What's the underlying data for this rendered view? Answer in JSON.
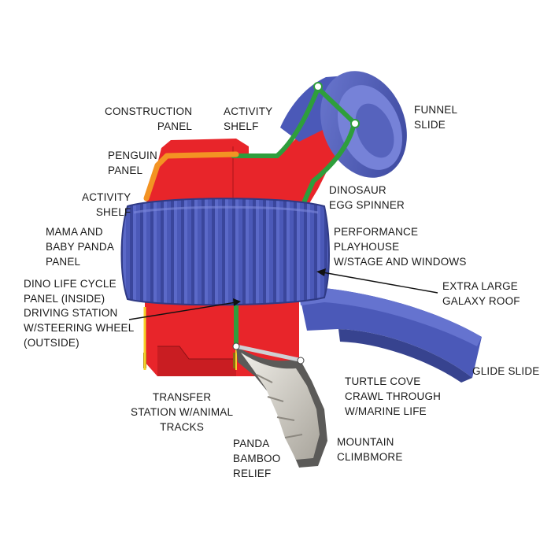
{
  "colors": {
    "red": "#e8252a",
    "blue": "#4b59b8",
    "green": "#2e9e3c",
    "orange": "#f39323",
    "yellow": "#f4d22a",
    "rock": "#d9d6cf"
  },
  "labels": {
    "construction_panel": [
      "CONSTRUCTION",
      "PANEL"
    ],
    "activity_shelf_top": [
      "ACTIVITY",
      "SHELF"
    ],
    "funnel_slide": [
      "FUNNEL",
      "SLIDE"
    ],
    "penguin_panel": [
      "PENGUIN",
      "PANEL"
    ],
    "activity_shelf_left": [
      "ACTIVITY",
      "SHELF"
    ],
    "dinosaur_egg_spinner": [
      "DINOSAUR",
      "EGG SPINNER"
    ],
    "mama_baby_panda": [
      "MAMA AND",
      "BABY PANDA",
      "PANEL"
    ],
    "performance_playhouse": [
      "PERFORMANCE",
      "PLAYHOUSE",
      "W/STAGE AND WINDOWS"
    ],
    "dino_life_cycle": [
      "DINO LIFE CYCLE",
      "PANEL (INSIDE)"
    ],
    "extra_large_galaxy_roof": [
      "EXTRA LARGE",
      "GALAXY ROOF"
    ],
    "driving_station": [
      "DRIVING STATION",
      "W/STEERING WHEEL",
      "(OUTSIDE)"
    ],
    "glide_slide": [
      "GLIDE SLIDE"
    ],
    "transfer_station": [
      "TRANSFER",
      "STATION W/ANIMAL",
      "TRACKS"
    ],
    "turtle_cove": [
      "TURTLE COVE",
      "CRAWL THROUGH",
      "W/MARINE LIFE"
    ],
    "panda_bamboo": [
      "PANDA",
      "BAMBOO",
      "RELIEF"
    ],
    "mountain_climbmore": [
      "MOUNTAIN",
      "CLIMBMORE"
    ]
  }
}
